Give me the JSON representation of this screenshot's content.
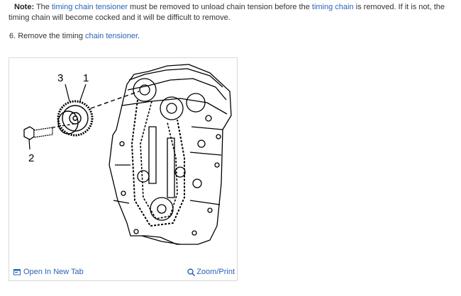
{
  "note": {
    "label": "Note:",
    "t1": " The ",
    "link1": "timing chain tensioner",
    "t2": " must be removed to unload chain tension before the ",
    "link2": "timing chain",
    "t3": " is removed. If it is not, the timing chain will become cocked and it will be difficult to remove."
  },
  "step": {
    "text": "6. Remove the timing ",
    "link": "chain tensioner",
    "end": "."
  },
  "figure": {
    "callouts": [
      "3",
      "1",
      "2"
    ],
    "open_tab_label": "Open In New Tab",
    "zoom_label": "Zoom/Print",
    "icons": [
      "open-tab-icon",
      "zoom-icon"
    ]
  },
  "colors": {
    "link": "#2a64b5",
    "text": "#333333",
    "border": "#d9d9d9"
  }
}
